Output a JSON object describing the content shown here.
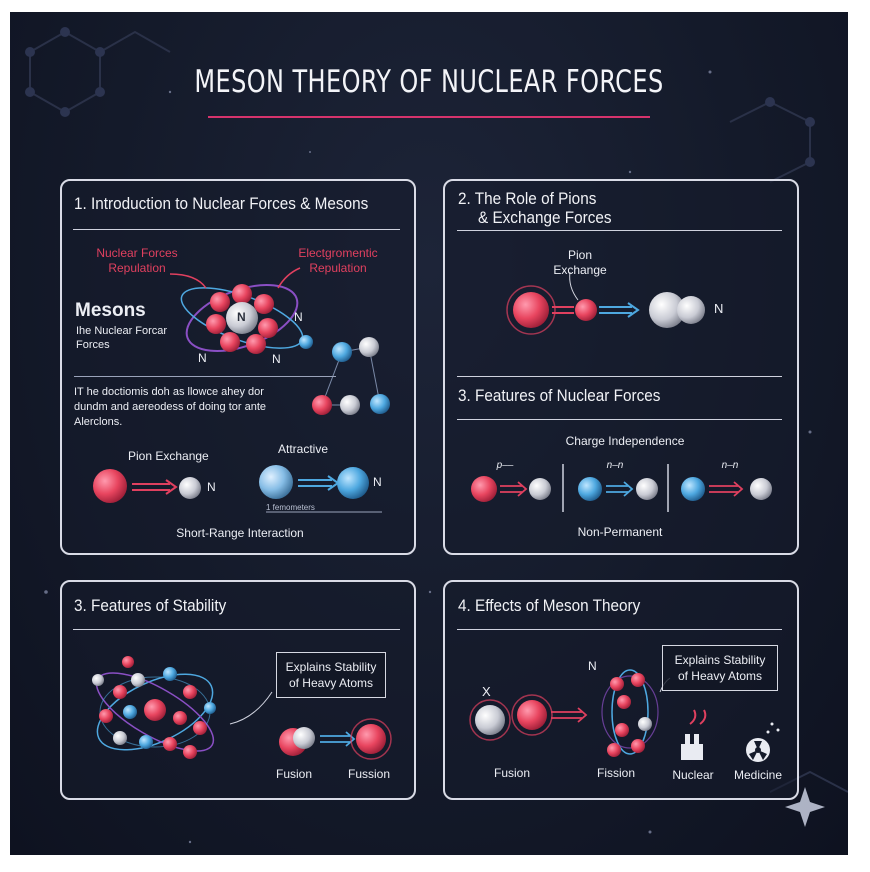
{
  "poster": {
    "title": "MESON THEORY OF NUCLEAR FORCES"
  },
  "panel1": {
    "title": "1. Introduction to Nuclear Forces & Mesons",
    "label_nuclear_forces": "Nuclear Forces",
    "label_repulsion": "Repulation",
    "label_electromagnetic": "Electgromentic",
    "label_em_repulsion": "Repulation",
    "mesons_heading": "Mesons",
    "mesons_sub1": "Ihe Nuclear Forcar",
    "mesons_sub2": "Forces",
    "nucleus_letter": "N",
    "n_left": "N",
    "n_mid": "N",
    "n_right": "N",
    "body_line1": "IT he doctiomis doh as llowce ahey dor",
    "body_line2": "dundm and aereodess of doing tor ante",
    "body_line3": "Alerclons.",
    "pion_exchange": "Pion Exchange",
    "attractive": "Attractive",
    "n_after_pion": "N",
    "n_after_attr": "N",
    "femtometer": "1 femometers",
    "short_range": "Short-Range Interaction"
  },
  "panel2": {
    "title_line1": "2. The Role of Pions",
    "title_line2": "& Exchange Forces",
    "pion_label_1": "Pion",
    "pion_label_2": "Exchange",
    "n_label": "N"
  },
  "panel3": {
    "title": "3. Features of Nuclear Forces",
    "charge_independence": "Charge Independence",
    "pair1": "p––",
    "pair2": "n–n",
    "pair3": "n–n",
    "non_permanent": "Non-Permanent"
  },
  "panel4": {
    "title": "3. Features of Stability",
    "callout_line1": "Explains Stability",
    "callout_line2": "of Heavy Atoms",
    "fusion": "Fusion",
    "fission": "Fussion"
  },
  "panel5": {
    "title": "4. Effects of Meson Theory",
    "n_label": "N",
    "x_label": "X",
    "callout_line1": "Explains Stability",
    "callout_line2": "of Heavy Atoms",
    "fusion": "Fusion",
    "fission": "Fission",
    "nuclear": "Nuclear",
    "medicine": "Medicine"
  },
  "colors": {
    "background": "#141a2a",
    "accent": "#d6336c",
    "proton": "#e8455f",
    "neutron": "#d8d9df",
    "pion_blue": "#4ea8e0",
    "panel_border": "#d9dbe6"
  }
}
